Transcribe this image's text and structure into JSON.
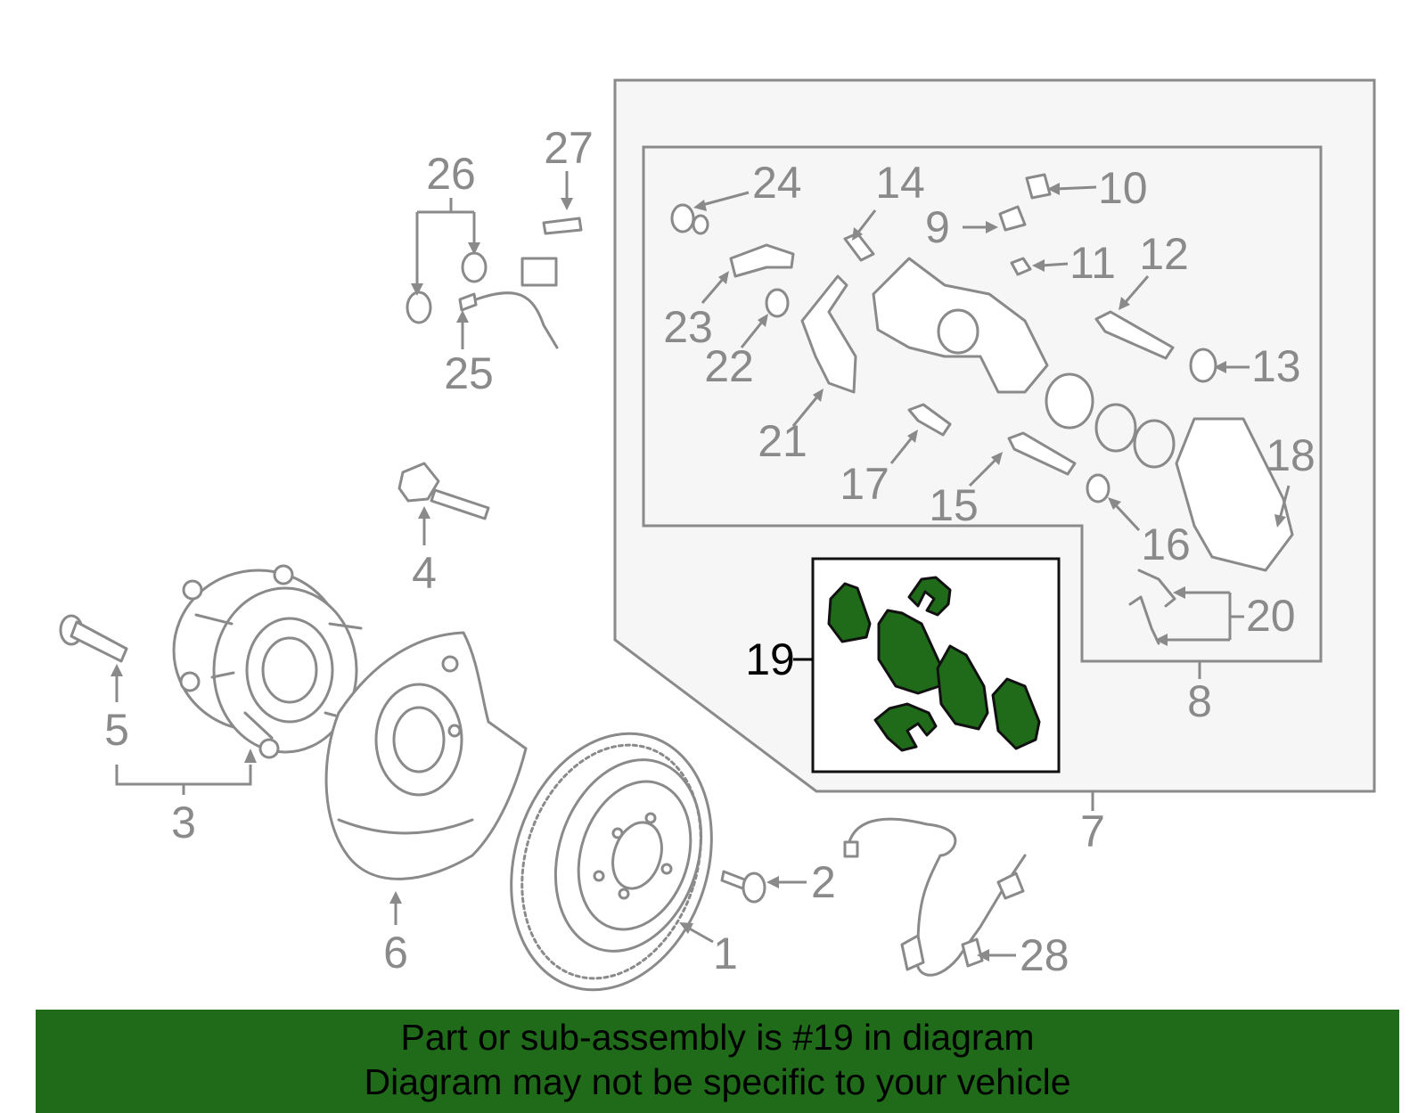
{
  "callouts": {
    "c1": "1",
    "c2": "2",
    "c3": "3",
    "c4": "4",
    "c5": "5",
    "c6": "6",
    "c7": "7",
    "c8": "8",
    "c9": "9",
    "c10": "10",
    "c11": "11",
    "c12": "12",
    "c13": "13",
    "c14": "14",
    "c15": "15",
    "c16": "16",
    "c17": "17",
    "c18": "18",
    "c19": "19",
    "c20": "20",
    "c21": "21",
    "c22": "22",
    "c23": "23",
    "c24": "24",
    "c25": "25",
    "c26": "26",
    "c27": "27",
    "c28": "28"
  },
  "highlighted_part": "19",
  "colors": {
    "highlight_fill": "#1f6b1a",
    "line_art": "#8a8a8a",
    "panel_fill": "#f6f6f6"
  },
  "banner": {
    "line1": "Part or sub-assembly is #19 in diagram",
    "line2": "Diagram may not be specific to your vehicle"
  }
}
